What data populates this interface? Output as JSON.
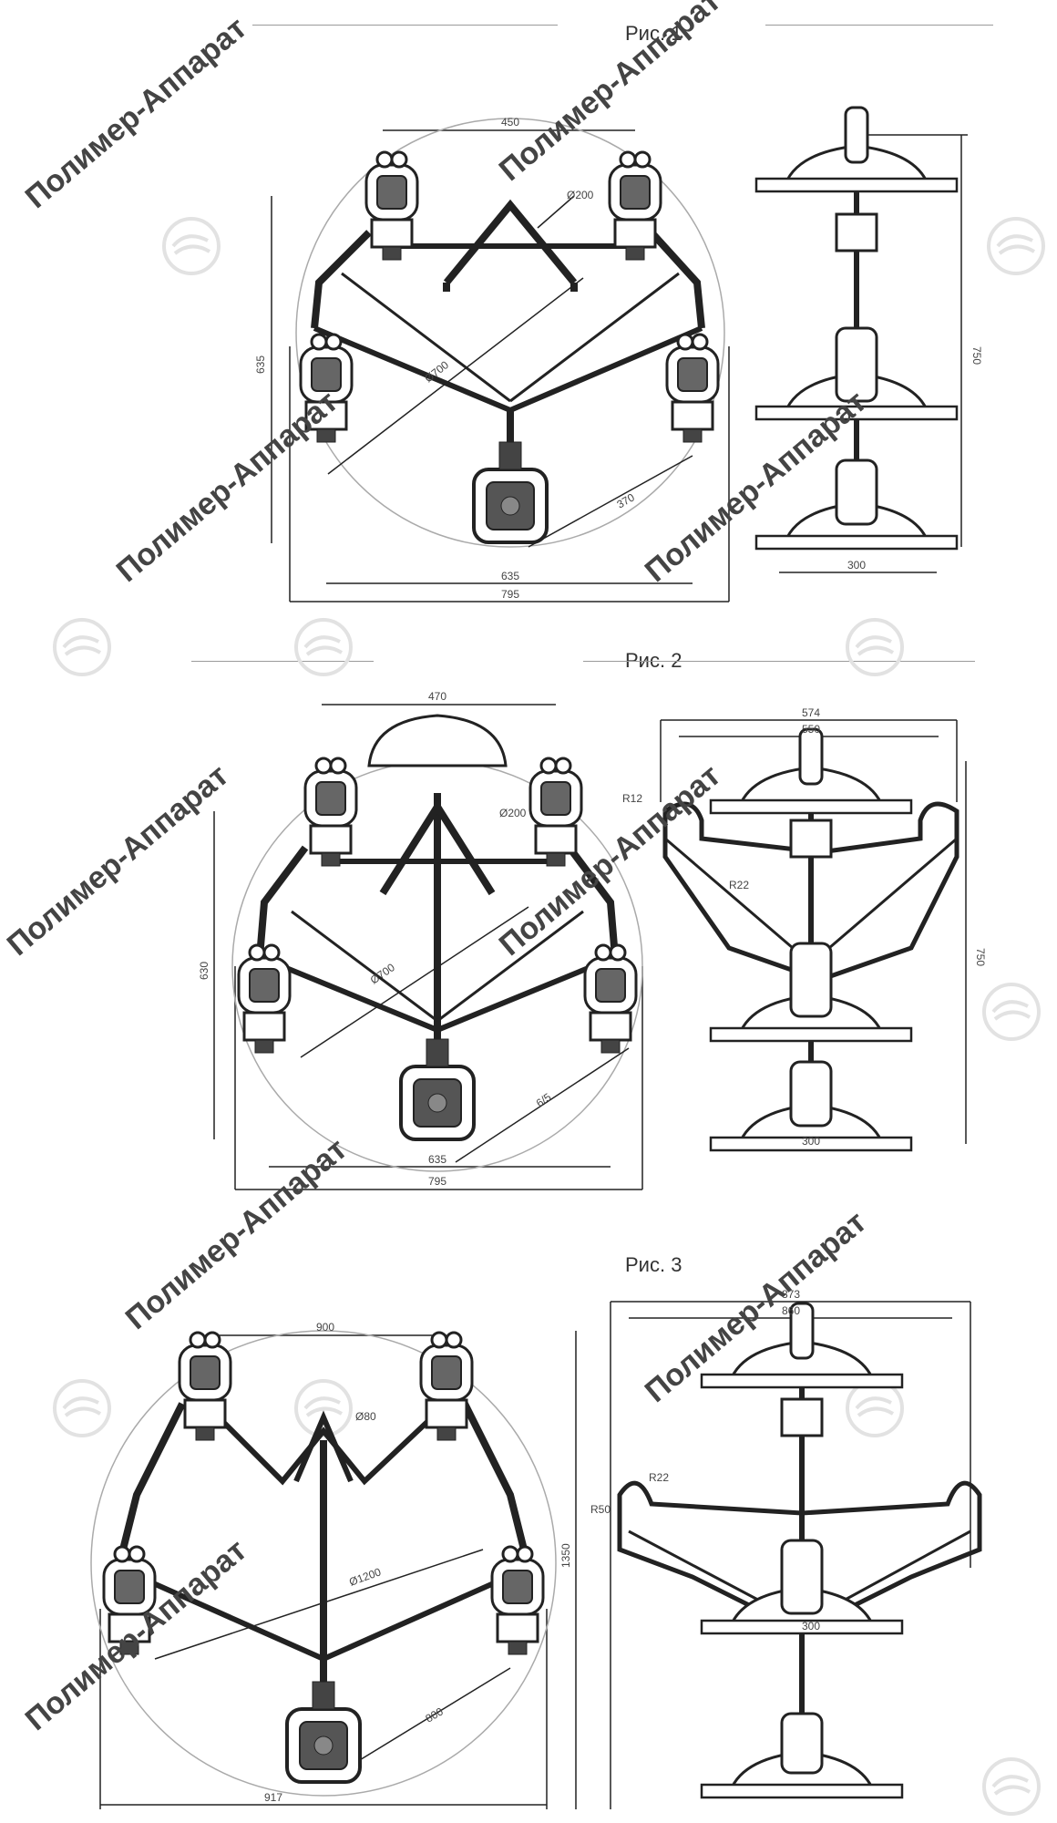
{
  "figures": [
    {
      "caption": "Рис. 1",
      "front_dims": [
        "450",
        "Ø200",
        "Ø700",
        "370",
        "635",
        "635",
        "795"
      ],
      "side_dims": [
        "300",
        "750"
      ]
    },
    {
      "caption": "Рис. 2",
      "front_dims": [
        "470",
        "Ø200",
        "Ø700",
        "6/5",
        "630",
        "635",
        "795"
      ],
      "side_dims": [
        "574",
        "550",
        "R12",
        "R22",
        "750",
        "300"
      ]
    },
    {
      "caption": "Рис. 3",
      "front_dims": [
        "900",
        "Ø80",
        "Ø1200",
        "800",
        "917"
      ],
      "side_dims": [
        "873",
        "860",
        "R22",
        "R50",
        "1350",
        "300"
      ]
    }
  ],
  "watermark": {
    "text": "Полимер-Аппарат",
    "color": "#e3e3e3"
  }
}
